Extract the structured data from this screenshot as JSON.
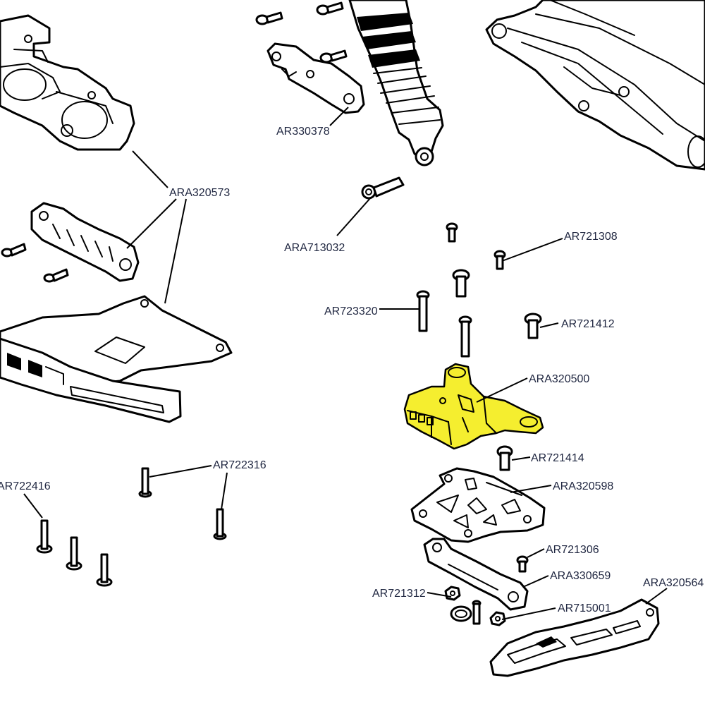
{
  "colors": {
    "line": "#000000",
    "label": "#1f2640",
    "highlight": "#f5ee2f",
    "background": "#ffffff"
  },
  "labels": {
    "ar330378": "AR330378",
    "ara320573": "ARA320573",
    "ara713032": "ARA713032",
    "ar721308": "AR721308",
    "ar723320": "AR723320",
    "ar721412": "AR721412",
    "ara320500": "ARA320500",
    "ar721414": "AR721414",
    "ar722316": "AR722316",
    "ar722416": "AR722416",
    "ara320598": "ARA320598",
    "ar721306": "AR721306",
    "ara330659": "ARA330659",
    "ar721312": "AR721312",
    "ara320564": "ARA320564",
    "ar715001": "AR715001"
  },
  "highlighted_part": "ARA320500"
}
